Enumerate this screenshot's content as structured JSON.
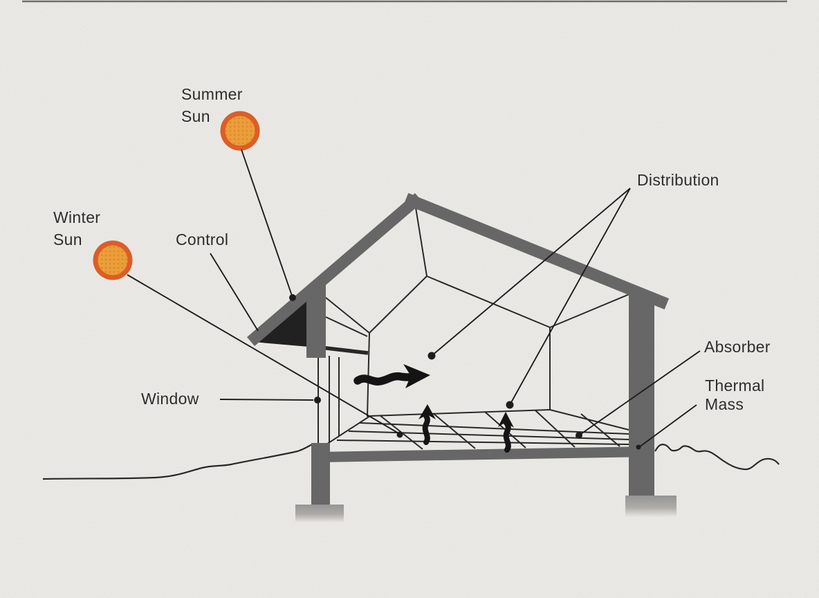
{
  "diagram": {
    "kind": "passive-solar-house-cross-section",
    "labels": {
      "summer_sun": {
        "line1": "Summer",
        "line2": "Sun"
      },
      "winter_sun": {
        "line1": "Winter",
        "line2": "Sun"
      },
      "control": "Control",
      "window": "Window",
      "distribution": "Distribution",
      "absorber": "Absorber",
      "thermal_mass": {
        "line1": "Thermal",
        "line2": "Mass"
      }
    },
    "icons": {
      "summer_sun": "sun-disc-icon",
      "winter_sun": "sun-disc-icon",
      "heat_flow": "right-wavy-arrow-icon",
      "rising_heat": "up-wavy-arrow-icon"
    }
  },
  "colors": {
    "background": "#f7f5f1",
    "ink": "#2b2b2b",
    "text": "#2d2d2d",
    "structure": "#6d6d6d",
    "shadow_dark": "#232323",
    "arrow_black": "#161616",
    "sun_ring": "#e9632a",
    "sun_fill": "#f7a93c",
    "footing_gray": "#9e9e9e"
  }
}
